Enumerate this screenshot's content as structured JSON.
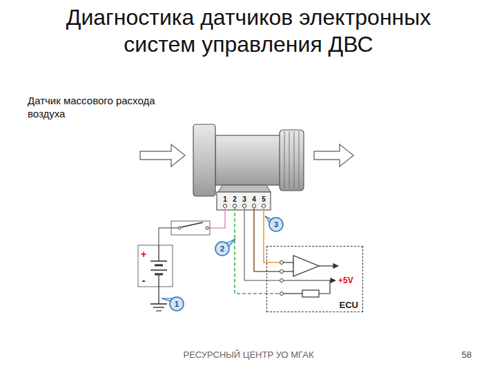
{
  "diagram": {
    "title": "Диагностика датчиков электронных систем управления ДВС",
    "nodes": [
      {
        "text": [
          "ECU"
        ]
      }
    ],
    "labels": [
      "Датчик массового расхода воздуха",
      "1",
      "2",
      "3",
      "4",
      "5",
      "+",
      "-",
      "1",
      "2",
      "3",
      "+5V",
      "РЕСУРСНЫЙ ЦЕНТР УО МГАК",
      "58"
    ]
  }
}
